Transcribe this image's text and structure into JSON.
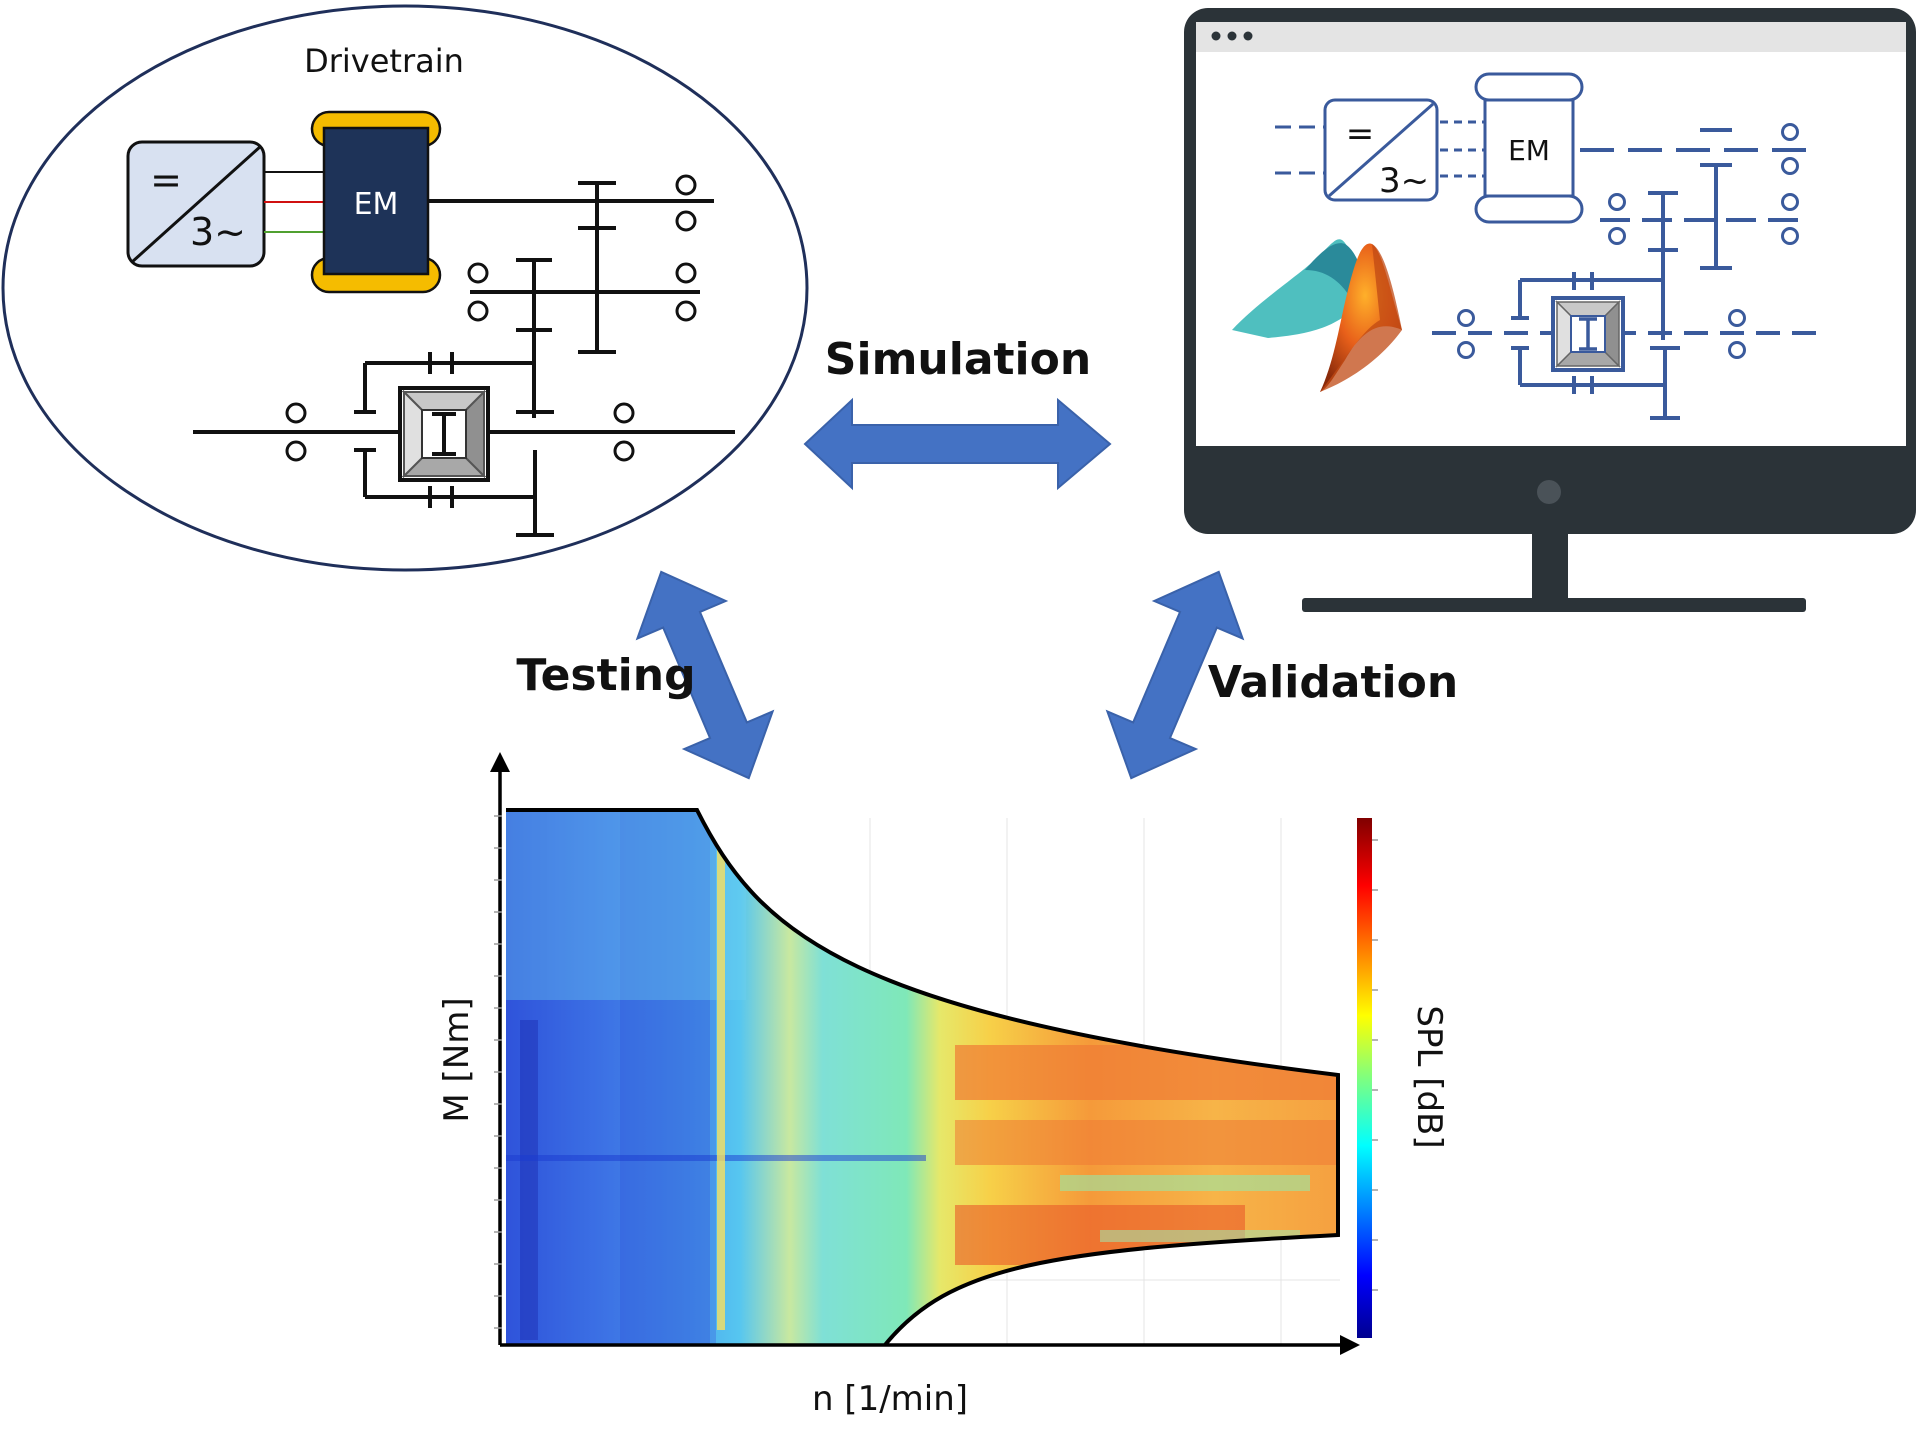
{
  "drivetrain": {
    "title": "Drivetrain",
    "inverter_dc": "=",
    "inverter_ac": "3~",
    "motor": "EM"
  },
  "computer": {
    "inverter_dc": "=",
    "inverter_ac": "3~",
    "motor": "EM",
    "logo": "matlab-logo-icon"
  },
  "arrows": {
    "simulation": "Simulation",
    "testing": "Testing",
    "validation": "Validation"
  },
  "map": {
    "xlabel": "n [1/min]",
    "ylabel": "M [Nm]",
    "colorbar_label": "SPL [dB]"
  },
  "colors": {
    "ellipse_stroke": "#1f2f5a",
    "motor_fill": "#1e3358",
    "coil_fill": "#f5bc00",
    "inverter_fill": "#d8e1f1",
    "monitor": "#2b3338",
    "schematic_blue": "#3a5a9c",
    "arrow_fill": "#4472c4",
    "arrow_stroke": "#3a62aa"
  }
}
